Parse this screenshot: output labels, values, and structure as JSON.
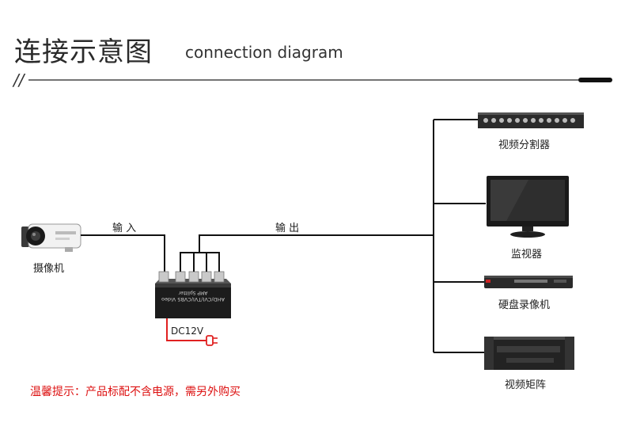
{
  "header": {
    "title_cn": "连接示意图",
    "title_en": "connection diagram",
    "slashes": "//"
  },
  "labels": {
    "input": "输 入",
    "output": "输 出",
    "camera": "摄像机",
    "power": "DC12V",
    "splitter_text_1": "AHD/CVI/TVI/CVBS Video",
    "splitter_text_2": "AMP Splitter"
  },
  "outputs": [
    {
      "label": "视频分割器",
      "icon": "video-splitter-device-icon"
    },
    {
      "label": "监视器",
      "icon": "monitor-icon"
    },
    {
      "label": "硬盘录像机",
      "icon": "dvr-icon"
    },
    {
      "label": "视频矩阵",
      "icon": "video-matrix-icon"
    }
  ],
  "note": "温馨提示：产品标配不含电源，需另外购买",
  "colors": {
    "line": "#111111",
    "power_line": "#e02020",
    "note": "#dd1111"
  }
}
